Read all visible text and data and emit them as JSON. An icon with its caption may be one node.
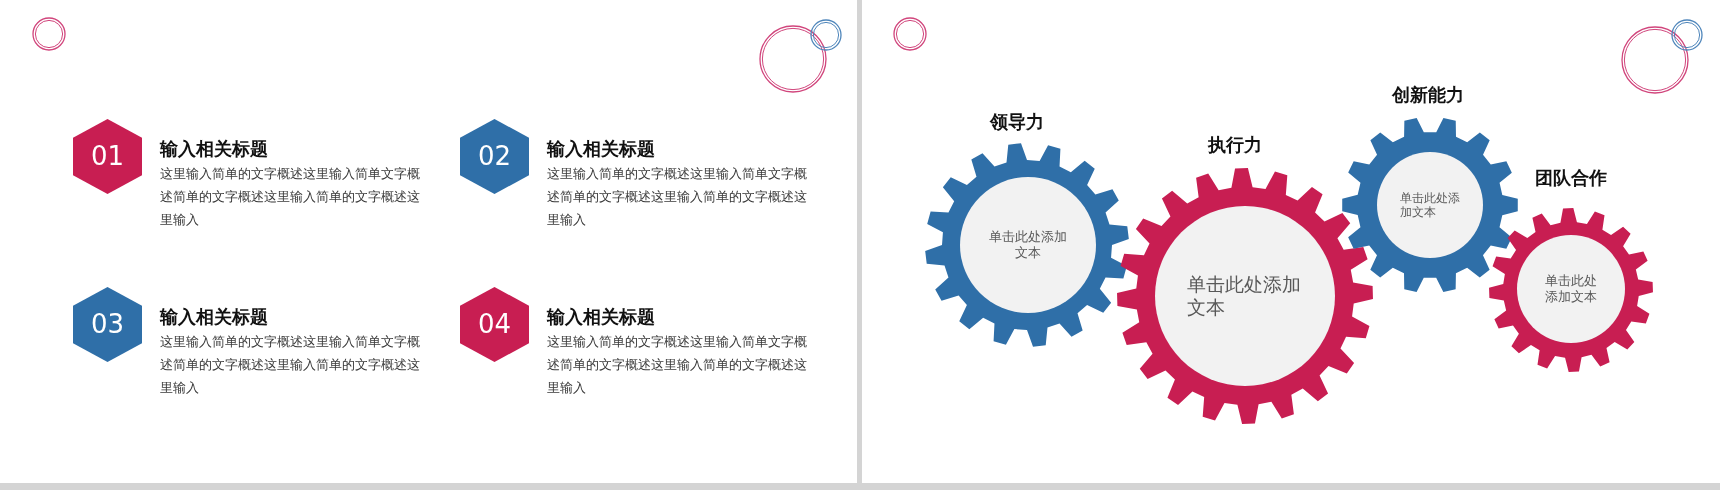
{
  "diagram": {
    "nodes": [
      {
        "text": [
          "01"
        ],
        "beside": [
          "输入相关标题",
          "这里输入简单的文字概述这里输入简单文字概述简单的文字概述这里输入简单的文字概述这里输入"
        ]
      },
      {
        "text": [
          "02"
        ],
        "beside": [
          "输入相关标题",
          "这里输入简单的文字概述这里输入简单文字概述简单的文字概述这里输入简单的文字概述这里输入"
        ]
      },
      {
        "text": [
          "03"
        ],
        "beside": [
          "输入相关标题",
          "这里输入简单的文字概述这里输入简单文字概述简单的文字概述这里输入简单的文字概述这里输入"
        ]
      },
      {
        "text": [
          "04"
        ],
        "beside": [
          "输入相关标题",
          "这里输入简单的文字概述这里输入简单文字概述简单的文字概述这里输入简单的文字概述这里输入"
        ]
      },
      {
        "text": [
          "领导力"
        ]
      },
      {
        "text": [
          "单击此处添加文本"
        ],
        "in": 4
      },
      {
        "text": [
          "执行力"
        ]
      },
      {
        "text": [
          "单击此处添加文本"
        ],
        "in": 6
      },
      {
        "text": [
          "创新能力"
        ]
      },
      {
        "text": [
          "单击此处添加文本"
        ],
        "in": 8
      },
      {
        "text": [
          "团队合作"
        ]
      },
      {
        "text": [
          "单击此处添加文本"
        ],
        "in": 10
      }
    ]
  }
}
